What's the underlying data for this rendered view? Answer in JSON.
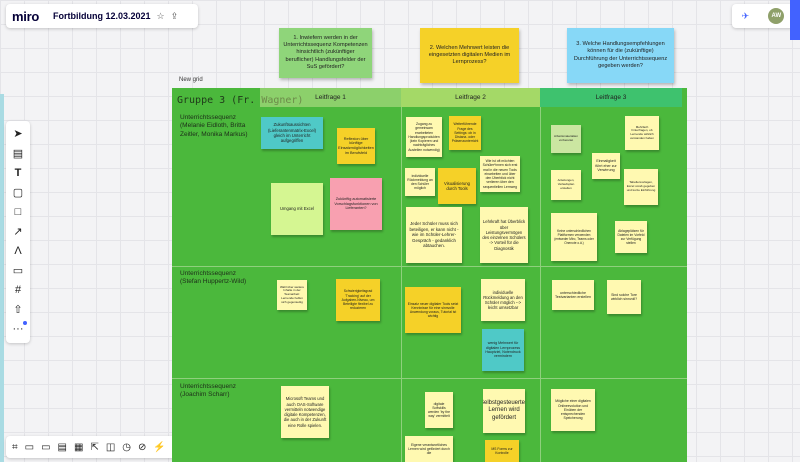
{
  "app": {
    "logo": "miro",
    "board_title": "Fortbildung 12.03.2021"
  },
  "topright": {
    "avatar_initials": "AW"
  },
  "questions": [
    {
      "text": "1. Inwiefern werden in der Unterrichtssequenz Kompetenzen hinsichtlich (zukünftiger beruflicher) Handlungsfelder der SuS gefördert?"
    },
    {
      "text": "2. Welchen Mehrwert leisten die eingesetzten digitalen Medien im Lernprozess?"
    },
    {
      "text": "3. Welche Handlungsempfehlungen können für die (zukünftige) Durchführung der Unterrichtssequenz gegeben werden?"
    }
  ],
  "frame": {
    "label": "New grid",
    "group_title": "Gruppe 3 (Fr.",
    "group_title_ghost": "Wagner)",
    "columns": [
      "Leitfrage 1",
      "Leitfrage 2",
      "Leitfrage 3"
    ],
    "rows": [
      "Unterrichtssequenz (Melanie Eidloth, Britta Zeitler, Monika Markus)",
      "Unterrichtssequenz (Stefan Huppertz-Wild)",
      "Unterrichtssequenz (Joachim Scharr)"
    ]
  },
  "stickies": {
    "r1c1": [
      "Zukunftsaussichten (Lieferantenmatrix-Excel) gleich im Unterricht aufgegriffen",
      "Reflexion über künftige Einsatzmöglichkeiten im Berufsfeld",
      "Zukünftig automatisierte Vorschlagsfunktionen von Lieferanten?",
      "Umgang mit Excel"
    ],
    "r1c2": [
      "Zugang zu gemeinsam erarbeiteten Handlungsprodukten (kein Kopieren und nachträgliches Austeilen notwendig)",
      "Weiterführende Frage des Settings: ob in Distanz- oder Präsenzunterricht",
      "Wie ist oft möchten Schüler*innen sich erst mal in die neuen Tools einarbeiten und über den Überblick nicht verlieren über den sequentiellen Lernweg",
      "individuelle Rückmeldung an den Schüler möglich",
      "Visualisierung durch Tools",
      "Jeder Schüler muss sich beteiligen, er kann nicht - wie im Schüler-Lehrer-Gespräch - gedanklich abtauchen.",
      "Lehrkraft hat Überblick über Leistungsvermögen des einzelnen Schülers -> Vorteil für die Diagnostik"
    ],
    "r1c3": [
      "Arbeitsmaterialien vorbereitet",
      "Mehrfach hinterfragen, ob Lernende wirklich verstanden haben",
      "Einmaligkeit führt eher zur Verwirrung",
      "Anleitungen, Verlaufsplan erstellen",
      "Tabellenvorlagen, Excel vorab gegeben und kurze Einführung",
      "Keine unterschiedlichen Plattformen verwenden (entweder Miro, Teams oder Onenote o.ä.)",
      "Ablageplätzen für Dateien im Vorfeld zur Verfügung stellen"
    ],
    "r2c1": [
      "Wahl über weitere Inhalte in der Teamarbeit: Lernende helfen sich gegenseitig",
      "Schwierigkeitsgrad 'Tracking' auf der Aufgaben-Niveau, um Beteiligte flexibel zu reduzieren"
    ],
    "r2c2": [
      "Einsatz neuer digitaler Tools setzt Kenntnisse für eine sinnvolle Anwendung voraus, Tutorial ist wichtig",
      "individuelle Rückmeldung an den Schüler möglich --> leicht umsetzbar",
      "wenig Mehrwert für digitalen Lernprozess Hauptziel, Notendruck vermindern"
    ],
    "r2c3": [
      "unterschiedliche Testvarianten erstellen",
      "Sind solche Tore wirklich sinnvoll?"
    ],
    "r3c1": [
      "Microsoft Teams und auch OAS-Software vermitteln notwendige digitale Kompetenzen, die auch in der Zukunft eine Rolle spielen."
    ],
    "r3c2": [
      "digitale Softskills werden 'by the way' vermittelt",
      "Selbstgesteuertes Lernen wird gefördert",
      "Eigene verantwortliches Lernen wird gefördert durch die",
      "MS Forms zur Kontrolle"
    ],
    "r3c3": [
      "Mögliche einer digitalen Onlineevolution und Einüben der entsprechenden Speicherung"
    ]
  }
}
